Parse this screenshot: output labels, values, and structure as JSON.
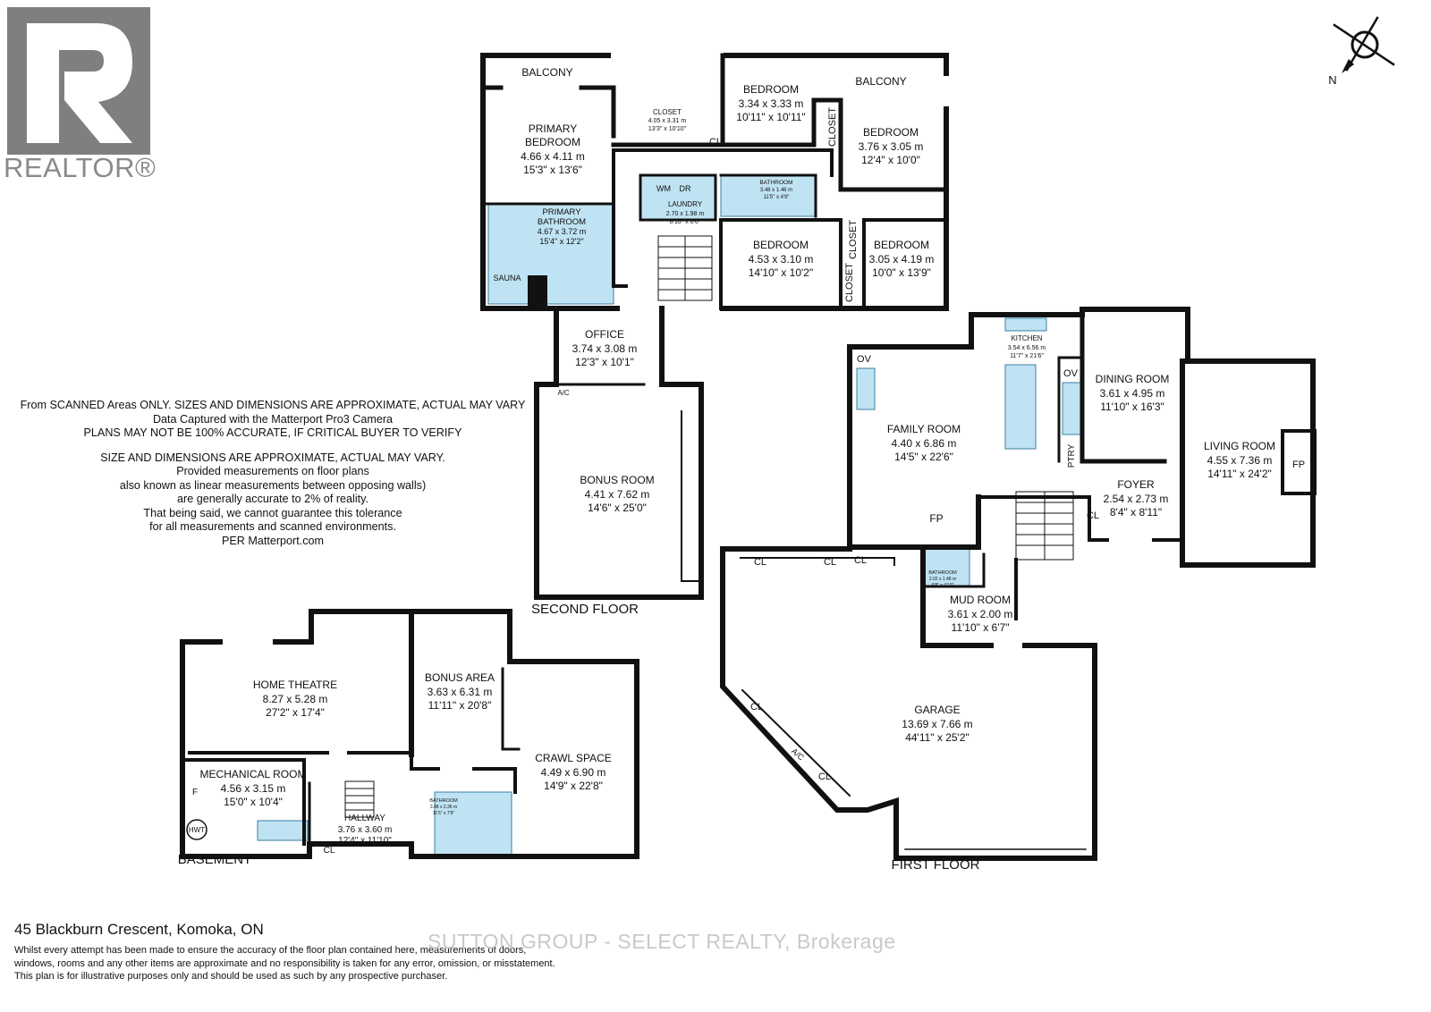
{
  "brand": {
    "realtor_label": "REALTOR®",
    "logo_letter": "R",
    "logo_color": "#7f7f7f"
  },
  "compass": {
    "label": "N"
  },
  "notes": [
    "From SCANNED Areas ONLY.  SIZES AND DIMENSIONS ARE APPROXIMATE, ACTUAL MAY VARY",
    "Data Captured with the Matterport Pro3 Camera",
    "PLANS MAY NOT BE 100% ACCURATE, IF CRITICAL BUYER TO VERIFY",
    "",
    "SIZE AND DIMENSIONS ARE APPROXIMATE, ACTUAL MAY VARY.",
    "Provided measurements on floor plans",
    "also known as linear measurements between opposing walls)",
    "are generally accurate to 2% of reality.",
    "That being said, we cannot guarantee this tolerance",
    "for all measurements and scanned environments.",
    "PER Matterport.com"
  ],
  "address": "45 Blackburn Crescent, Komoka, ON",
  "disclaimer": [
    "Whilst every attempt has been made to ensure the accuracy of the floor plan contained here, measurements of doors,",
    "windows, rooms and any other items are approximate and no responsibility is taken for any error, omission, or misstatement.",
    "This plan is for illustrative purposes only and should be used as such by any prospective purchaser."
  ],
  "watermark": "SUTTON GROUP - SELECT REALTY, Brokerage",
  "colors": {
    "wall": "#111111",
    "wet_area": "#bfe3f2",
    "wet_stroke": "#3a7fa6"
  },
  "floors": {
    "second": {
      "label": "SECOND FLOOR",
      "rooms": {
        "balcony_left": {
          "name": "BALCONY"
        },
        "closet_primary": {
          "name": "CLOSET",
          "metric": "4.05 x 3.31 m",
          "imperial": "13'3\" x 10'10\""
        },
        "cl_1": {
          "name": "CL"
        },
        "bedroom_1": {
          "name": "BEDROOM",
          "metric": "3.34 x 3.33 m",
          "imperial": "10'11\" x 10'11\""
        },
        "balcony_right": {
          "name": "BALCONY"
        },
        "closet_v1": {
          "name": "CLOSET"
        },
        "bedroom_2": {
          "name": "BEDROOM",
          "metric": "3.76 x 3.05 m",
          "imperial": "12'4\" x 10'0\""
        },
        "primary_bedroom": {
          "name1": "PRIMARY",
          "name2": "BEDROOM",
          "metric": "4.66 x 4.11 m",
          "imperial": "15'3\" x 13'6\""
        },
        "wm": {
          "name": "WM"
        },
        "dr": {
          "name": "DR"
        },
        "laundry": {
          "name": "LAUNDRY",
          "metric": "2.70 x 1.98 m",
          "imperial": "8'10\" x 6'6\""
        },
        "bathroom_2f": {
          "name": "BATHROOM",
          "metric": "3.48 x 1.46 m",
          "imperial": "11'5\" x 4'9\""
        },
        "primary_bathroom": {
          "name1": "PRIMARY",
          "name2": "BATHROOM",
          "metric": "4.67 x 3.72 m",
          "imperial": "15'4\" x 12'2\""
        },
        "sauna": {
          "name": "SAUNA"
        },
        "bedroom_3": {
          "name": "BEDROOM",
          "metric": "4.53 x 3.10 m",
          "imperial": "14'10\" x 10'2\""
        },
        "closet_v2": {
          "name": "CLOSET"
        },
        "closet_v3": {
          "name": "CLOSET"
        },
        "bedroom_4": {
          "name": "BEDROOM",
          "metric": "3.05 x 4.19 m",
          "imperial": "10'0\" x 13'9\""
        },
        "office": {
          "name": "OFFICE",
          "metric": "3.74 x 3.08 m",
          "imperial": "12'3\" x 10'1\""
        },
        "ac": {
          "name": "A/C"
        },
        "bonus_room": {
          "name": "BONUS ROOM",
          "metric": "4.41 x 7.62 m",
          "imperial": "14'6\" x 25'0\""
        }
      }
    },
    "first": {
      "label": "FIRST FLOOR",
      "rooms": {
        "kitchen": {
          "name": "KITCHEN",
          "metric": "3.54 x 6.56 m",
          "imperial": "11'7\" x 21'6\""
        },
        "ov_left": {
          "name": "OV"
        },
        "ov_right": {
          "name": "OV"
        },
        "pantry": {
          "name": "PTRY"
        },
        "dining_room": {
          "name": "DINING ROOM",
          "metric": "3.61 x 4.95 m",
          "imperial": "11'10\" x 16'3\""
        },
        "family_room": {
          "name": "FAMILY ROOM",
          "metric": "4.40 x 6.86 m",
          "imperial": "14'5\" x 22'6\""
        },
        "fp_family": {
          "name": "FP"
        },
        "living_room": {
          "name": "LIVING ROOM",
          "metric": "4.55 x 7.36 m",
          "imperial": "14'11\" x 24'2\""
        },
        "fp_living": {
          "name": "FP"
        },
        "foyer": {
          "name": "FOYER",
          "metric": "2.54 x 2.73 m",
          "imperial": "8'4\" x 8'11\""
        },
        "cl_foyer": {
          "name": "CL"
        },
        "cl_g1": {
          "name": "CL"
        },
        "cl_g2": {
          "name": "CL"
        },
        "cl_g3": {
          "name": "CL"
        },
        "bathroom_1f": {
          "name": "BATHROOM",
          "metric": "2.02 x 1.48 m",
          "imperial": "6'8\" x 4'10\""
        },
        "mud_room": {
          "name": "MUD ROOM",
          "metric": "3.61 x 2.00 m",
          "imperial": "11'10\" x 6'7\""
        },
        "garage": {
          "name": "GARAGE",
          "metric": "13.69 x 7.66 m",
          "imperial": "44'11\" x 25'2\""
        },
        "cl_diag1": {
          "name": "CL"
        },
        "ac_garage": {
          "name": "A/C"
        },
        "cl_diag2": {
          "name": "CL"
        }
      }
    },
    "basement": {
      "label": "BASEMENT",
      "rooms": {
        "home_theatre": {
          "name": "HOME THEATRE",
          "metric": "8.27 x 5.28 m",
          "imperial": "27'2\" x 17'4\""
        },
        "bonus_area": {
          "name": "BONUS AREA",
          "metric": "3.63 x 6.31 m",
          "imperial": "11'11\" x 20'8\""
        },
        "crawl_space": {
          "name": "CRAWL SPACE",
          "metric": "4.49 x 6.90 m",
          "imperial": "14'9\" x 22'8\""
        },
        "mechanical_room": {
          "name": "MECHANICAL ROOM",
          "metric": "4.56 x 3.15 m",
          "imperial": "15'0\" x 10'4\""
        },
        "furnace": {
          "name": "F"
        },
        "hwt": {
          "name": "HWT"
        },
        "hallway": {
          "name": "HALLWAY",
          "metric": "3.76 x 3.60 m",
          "imperial": "12'4\" x 11'10\""
        },
        "cl_hall": {
          "name": "CL"
        },
        "bathroom_b": {
          "name": "BATHROOM",
          "metric": "3.48 x 2.36 m",
          "imperial": "11'5\" x 7'9\""
        }
      }
    }
  }
}
